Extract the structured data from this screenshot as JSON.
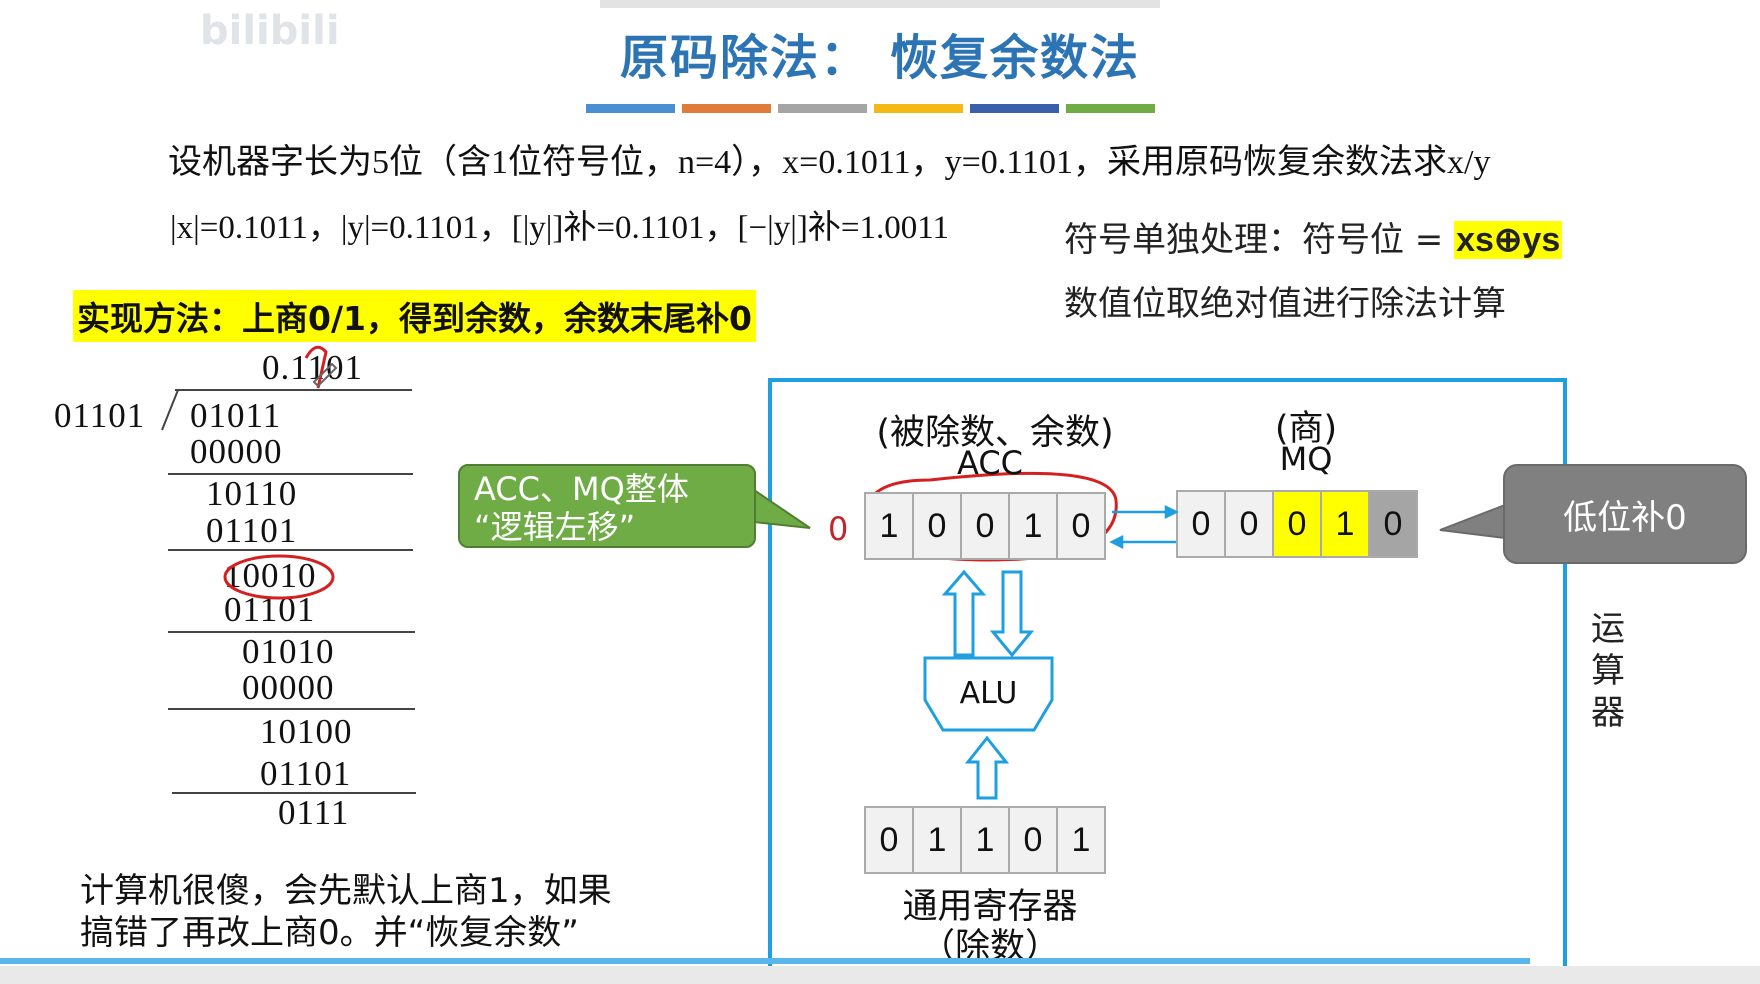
{
  "watermark": "bilibili",
  "title": {
    "part1": "原码除法：",
    "part2": "恢复余数法"
  },
  "problem": "设机器字长为5位（含1位符号位，n=4），x=0.1011，y=0.1101，采用原码恢复余数法求x/y",
  "abs_values": "|x|=0.1011，|y|=0.1101，[|y|]补=0.1101，[−|y|]补=1.0011",
  "sign_note": {
    "prefix": "符号单独处理：符号位 = ",
    "formula": "xs⊕ys",
    "line2": "数值位取绝对值进行除法计算"
  },
  "method": "实现方法：上商0/1，得到余数，余数末尾补0",
  "division": {
    "quotient": "0.1101",
    "divisor": "01101",
    "rows": [
      "01011",
      "00000",
      "10110",
      "01101",
      "10010",
      "01101",
      "01010",
      "00000",
      "10100",
      "01101",
      "0111"
    ]
  },
  "note": [
    "计算机很傻，会先默认上商1，如果",
    "搞错了再改上商0。并“恢复余数”"
  ],
  "alu": {
    "acc_caption": "(被除数、余数)",
    "acc_label": "ACC",
    "mq_caption": "(商)",
    "mq_label": "MQ",
    "acc_shift_bit": "0",
    "acc_bits": [
      "1",
      "0",
      "0",
      "1",
      "0"
    ],
    "mq_bits": [
      "0",
      "0",
      "0",
      "1",
      "0"
    ],
    "alu_label": "ALU",
    "reg_bits": [
      "0",
      "1",
      "1",
      "0",
      "1"
    ],
    "reg_caption1": "通用寄存器",
    "reg_caption2": "（除数）",
    "side_label": [
      "运",
      "算",
      "器"
    ]
  },
  "callouts": {
    "green": [
      "ACC、MQ整体",
      "“逻辑左移”"
    ],
    "gray": "低位补0"
  },
  "colors": {
    "title": "#2d74b5",
    "frame": "#1e9fe0",
    "highlight": "#ffff00",
    "callout_green": "#6fac46",
    "callout_gray": "#808080",
    "annotation_red": "#d42020"
  }
}
